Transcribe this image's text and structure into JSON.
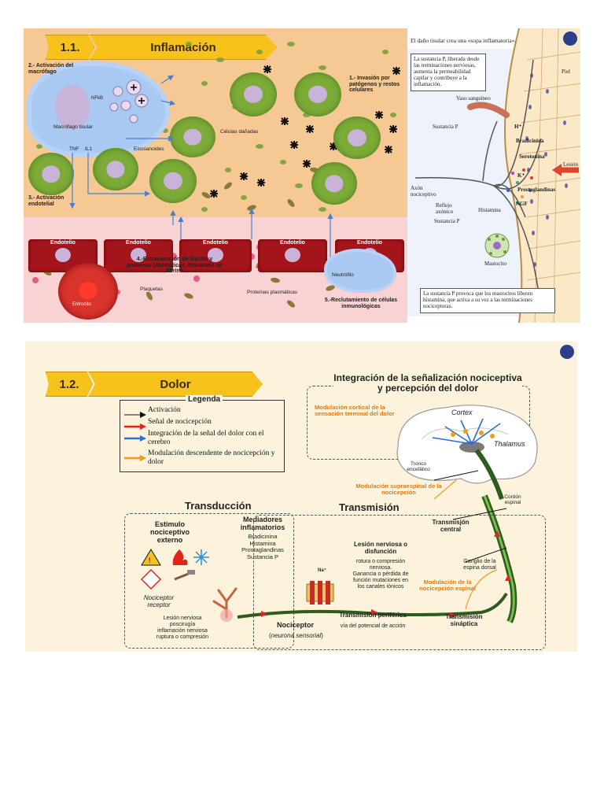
{
  "panel1": {
    "number": "1.1.",
    "title": "Inflamación",
    "labels": {
      "macrophage_activation": "2.- Activación del macrófago",
      "nfkb": "NFkB",
      "tissue_macrophage": "Macrófago tisular",
      "invasion": "1.- Invasión por patógenos y restos celulares",
      "damaged_cells": "Células dañadas",
      "eicosanoids": "Eicosanoides",
      "tnf": "TNF",
      "il1": "IL1",
      "endothelial_activation": "3.- Activación endotelial",
      "endothelium": "Endotelio",
      "extravasation": "4.-Extravasación de líquido y proteínas plasmáticas, fromación de fibrina",
      "neutrophil": "Neutrófilo",
      "erythrocyte": "Eritrocito",
      "platelets": "Plaquetas",
      "plasma_proteins": "Proteínas plasmáticas",
      "recruitment": "5.-Reclutamiento de células inmunológicas"
    },
    "right": {
      "header": "El daño tisular crea una «sopa inflamatoria».",
      "box_top": "La sustancia P, liberada desde las terminaciones nerviosas, aumenta la permeabilidad capilar y contribuye a la inflamación.",
      "skin": "Piel",
      "vessel": "Vaso sanguíneo",
      "substance_p": "Sustancia P",
      "h_plus": "H⁺",
      "bradykinin": "Bradicinina",
      "serotonin": "Serotonina",
      "injury": "Lesión",
      "k_plus": "K⁺",
      "prostaglandins": "Prostaglandinas",
      "axon": "Axón nociceptivo",
      "reflex": "Reflejo axónico",
      "substance_p2": "Sustancia P",
      "histamine": "Histamina",
      "ngf": "NGF",
      "mast_cell": "Mastocito",
      "box_bottom": "La sustancia P provoca que los mastocitos liberen histamina, que activa a su vez a las terminaciones nociceptoras."
    }
  },
  "panel2": {
    "number": "1.2.",
    "title": "Dolor",
    "legend": {
      "title": "Legenda",
      "items": [
        {
          "label": "Activación",
          "color": "#111111"
        },
        {
          "label": "Señal de nocicepción",
          "color": "#e3241b"
        },
        {
          "label": "Integración de la señal del dolor con el cerebro",
          "color": "#2a6fd6"
        },
        {
          "label": "Modulación descendente de nocicepción y dolor",
          "color": "#f39a1e"
        }
      ]
    },
    "integration_title": "Integración de la señalización nociceptiva y percepción del dolor",
    "cortical_mod": "Modulación cortical de la sensación terminal del dolor",
    "cortex": "Cortex",
    "thalamus": "Thalamus",
    "brainstem": "Tronco encefálico",
    "supraspinal": "Modulación supraespinal de la nocicepción",
    "spinal_cord": "Cordón espinal",
    "transduction": "Transducción",
    "stimulus": "Estimulo nociceptivo externo",
    "mediators_title": "Mediadores inflamatorios",
    "mediators": [
      "Bradicinina",
      "Histamina",
      "Prostaglandinas",
      "Sustancia P"
    ],
    "nociceptor_receptor": "Nociceptor receptor",
    "injury_list": [
      "Lesión nerviosa",
      "poscirugía",
      "inflamación nerviosa",
      "ruptura o compresión"
    ],
    "transmission": "Transmisión",
    "nerve_injury_title": "Lesión nerviosa o disfunción",
    "nerve_injury_text": [
      "rotura o compresión",
      "nerviosa.",
      "Ganancia o pérdida de",
      "función mutaciones en",
      "los canales iónicos"
    ],
    "central": "Transmisjón central",
    "ganglion": "Ganglio de la espina dorsal",
    "spinal_mod": "Modulación de la nocicepción espinal",
    "na": "Na⁺",
    "peripheral": "Transmisión periférica",
    "action_potential": "vía del potencial de acción",
    "nociceptor": "Nociceptor",
    "sensory_neuron": "neurona sensorial",
    "synaptic": "Transmisión sináptica"
  },
  "colors": {
    "tag": "#f8c21c",
    "panel_bg": "#fdf3dc",
    "tissue": "#f6c994",
    "endothelium": "#a3141b",
    "cell": "#7cab38",
    "blue_cloud": "#a9c8f2"
  }
}
